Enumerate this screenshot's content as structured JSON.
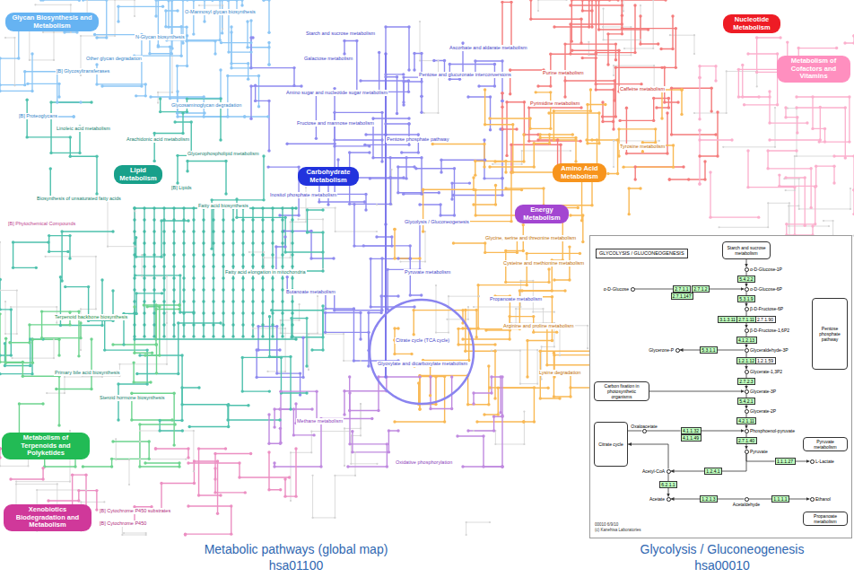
{
  "diagram": {
    "nodes": [
      {
        "text": [
          "Metabolic pathways (global map)",
          "hsa01100"
        ]
      },
      {
        "text": [
          "Glycan Biosynthesis and Metabolism"
        ],
        "in": 0
      },
      {
        "text": [
          "Nucleotide Metabolism"
        ],
        "in": 0
      },
      {
        "text": [
          "Metabolism of Cofactors and Vitamins"
        ],
        "in": 0
      },
      {
        "text": [
          "Lipid Metabolism"
        ],
        "in": 0
      },
      {
        "text": [
          "Carbohydrate Metabolism"
        ],
        "in": 0
      },
      {
        "text": [
          "Amino Acid Metabolism"
        ],
        "in": 0
      },
      {
        "text": [
          "Energy Metabolism"
        ],
        "in": 0
      },
      {
        "text": [
          "Metabolism of Terpenoids and Polyketides"
        ],
        "in": 0
      },
      {
        "text": [
          "Xenobiotics Biodegradation and Metabolism"
        ],
        "in": 0
      },
      {
        "text": [
          "Glycolysis / Gluconeogenesis",
          "hsa00010"
        ]
      },
      {
        "text": [
          "GLYCOLYSIS / GLUCONEOGENESIS"
        ],
        "in": 10
      },
      {
        "text": [
          "Starch and sucrose metabolism"
        ],
        "in": 10
      },
      {
        "text": [
          "α-D-Glucose-1P"
        ],
        "in": 10
      },
      {
        "text": [
          "5.4.2.2"
        ],
        "in": 10
      },
      {
        "text": [
          "α-D-Glucose"
        ],
        "in": 10
      },
      {
        "text": [
          "2.7.1.1"
        ],
        "in": 10
      },
      {
        "text": [
          "2.7.1.2"
        ],
        "in": 10
      },
      {
        "text": [
          "2.7.1.147"
        ],
        "in": 10
      },
      {
        "text": [
          "α-D-Glucose-6P"
        ],
        "in": 10
      },
      {
        "text": [
          "5.3.1.9"
        ],
        "in": 10
      },
      {
        "text": [
          "β-D-Fructose-6P"
        ],
        "in": 10
      },
      {
        "text": [
          "2.7.1.11"
        ],
        "in": 10
      },
      {
        "text": [
          "3.1.3.11"
        ],
        "in": 10
      },
      {
        "text": [
          "2.7.1.90"
        ],
        "in": 10
      },
      {
        "text": [
          "β-D-Fructose-1,6P2"
        ],
        "in": 10
      },
      {
        "text": [
          "4.1.2.13"
        ],
        "in": 10
      },
      {
        "text": [
          "Glyceraldehyde-3P"
        ],
        "in": 10
      },
      {
        "text": [
          "5.3.1.1"
        ],
        "in": 10
      },
      {
        "text": [
          "Glycerone-P"
        ],
        "in": 10
      },
      {
        "text": [
          "1.2.1.12"
        ],
        "in": 10
      },
      {
        "text": [
          "1.2.1.59"
        ],
        "in": 10
      },
      {
        "text": [
          "Glycerate-1,3P2"
        ],
        "in": 10
      },
      {
        "text": [
          "2.7.2.3"
        ],
        "in": 10
      },
      {
        "text": [
          "Carbon fixation in photosynthetic organisms"
        ],
        "in": 10
      },
      {
        "text": [
          "Glycerate-3P"
        ],
        "in": 10
      },
      {
        "text": [
          "5.4.2.1"
        ],
        "in": 10
      },
      {
        "text": [
          "Glycerate-2P"
        ],
        "in": 10
      },
      {
        "text": [
          "4.2.1.11"
        ],
        "in": 10
      },
      {
        "text": [
          "Citrate cycle"
        ],
        "in": 10
      },
      {
        "text": [
          "Oxaloacetate"
        ],
        "in": 10
      },
      {
        "text": [
          "4.1.1.32"
        ],
        "in": 10
      },
      {
        "text": [
          "4.1.1.49"
        ],
        "in": 10
      },
      {
        "text": [
          "Phosphoenol-pyruvate"
        ],
        "in": 10
      },
      {
        "text": [
          "2.7.1.40"
        ],
        "in": 10
      },
      {
        "text": [
          "Pyruvate"
        ],
        "in": 10
      },
      {
        "text": [
          "1.1.1.27"
        ],
        "in": 10
      },
      {
        "text": [
          "L-Lactate"
        ],
        "in": 10
      },
      {
        "text": [
          "1.2.4.1"
        ],
        "in": 10
      },
      {
        "text": [
          "Acetyl-CoA"
        ],
        "in": 10
      },
      {
        "text": [
          "6.2.1.1"
        ],
        "in": 10
      },
      {
        "text": [
          "Acetate"
        ],
        "in": 10
      },
      {
        "text": [
          "1.2.1.3"
        ],
        "in": 10
      },
      {
        "text": [
          "Acetaldehyde"
        ],
        "in": 10
      },
      {
        "text": [
          "1.1.1.1"
        ],
        "in": 10
      },
      {
        "text": [
          "Ethanol"
        ],
        "in": 10
      },
      {
        "text": [
          "Pentose phosphate pathway"
        ],
        "in": 10
      },
      {
        "text": [
          "Pyruvate metabolism"
        ],
        "in": 10
      },
      {
        "text": [
          "Propanoate metabolism"
        ],
        "in": 10
      }
    ],
    "edges": [
      {
        "from": 12,
        "to": 13,
        "arrow": "to"
      },
      {
        "from": 13,
        "to": 14,
        "arrow": "none"
      },
      {
        "from": 14,
        "to": 19,
        "arrow": "to"
      },
      {
        "from": 15,
        "to": 16,
        "arrow": "none"
      },
      {
        "from": 17,
        "to": 19,
        "arrow": "to"
      },
      {
        "from": 19,
        "to": 20,
        "arrow": "none"
      },
      {
        "from": 20,
        "to": 21,
        "arrow": "to"
      },
      {
        "from": 21,
        "to": 22,
        "arrow": "none"
      },
      {
        "from": 22,
        "to": 25,
        "arrow": "to"
      },
      {
        "from": 25,
        "to": 26,
        "arrow": "none"
      },
      {
        "from": 26,
        "to": 27,
        "arrow": "to"
      },
      {
        "from": 27,
        "to": 28,
        "arrow": "none"
      },
      {
        "from": 28,
        "to": 29,
        "arrow": "to"
      },
      {
        "from": 27,
        "to": 30,
        "arrow": "none"
      },
      {
        "from": 30,
        "to": 32,
        "arrow": "to"
      },
      {
        "from": 32,
        "to": 33,
        "arrow": "none"
      },
      {
        "from": 33,
        "to": 35,
        "arrow": "to"
      },
      {
        "from": 34,
        "to": 35,
        "arrow": "to"
      },
      {
        "from": 35,
        "to": 36,
        "arrow": "none"
      },
      {
        "from": 36,
        "to": 37,
        "arrow": "to"
      },
      {
        "from": 37,
        "to": 38,
        "arrow": "none"
      },
      {
        "from": 38,
        "to": 43,
        "arrow": "to"
      },
      {
        "from": 39,
        "to": 40,
        "arrow": "none"
      },
      {
        "from": 40,
        "to": 41,
        "arrow": "none"
      },
      {
        "from": 41,
        "to": 43,
        "arrow": "to"
      },
      {
        "from": 43,
        "to": 44,
        "arrow": "none"
      },
      {
        "from": 44,
        "to": 45,
        "arrow": "to"
      },
      {
        "from": 45,
        "to": 46,
        "arrow": "none"
      },
      {
        "from": 46,
        "to": 47,
        "arrow": "to"
      },
      {
        "from": 45,
        "to": 48,
        "arrow": "none"
      },
      {
        "from": 48,
        "to": 49,
        "arrow": "to"
      },
      {
        "from": 49,
        "to": 39,
        "arrow": "to"
      },
      {
        "from": 49,
        "to": 50,
        "arrow": "none"
      },
      {
        "from": 50,
        "to": 51,
        "arrow": "to"
      },
      {
        "from": 53,
        "to": 52,
        "arrow": "none"
      },
      {
        "from": 52,
        "to": 51,
        "arrow": "to"
      },
      {
        "from": 53,
        "to": 54,
        "arrow": "none"
      },
      {
        "from": 54,
        "to": 55,
        "arrow": "to"
      }
    ],
    "labels": [
      "N-Glycan biosynthesis",
      "O-Mannosyl glycan biosynthesis",
      "Other glycan degradation",
      "[B] Glycosyltransferases",
      "[B] Proteoglycans",
      "Glycosaminoglycan degradation",
      "Starch and sucrose metabolism",
      "Galactose metabolism",
      "Amino sugar and nucleotide sugar metabolism",
      "Fructose and mannose metabolism",
      "Pentose phosphate pathway",
      "Ascorbate and aldarate metabolism",
      "Pentose and glucuronate interconversions",
      "Inositol phosphate metabolism",
      "Glycolysis / Gluconeogenesis",
      "Pyruvate metabolism",
      "Butanoate metabolism",
      "Citrate cycle (TCA cycle)",
      "Glyoxylate and dicarboxylate metabolism",
      "Propanoate metabolism",
      "Purine metabolism",
      "Pyrimidine metabolism",
      "Caffeine metabolism",
      "Tyrosine metabolism",
      "Glycine, serine and threonine metabolism",
      "Cysteine and methionine metabolism",
      "Arginine and proline metabolism",
      "Lysine degradation",
      "Methane metabolism",
      "Oxidative phosphorylation",
      "Linoleic acid metabolism",
      "Arachidonic acid metabolism",
      "Glycerophospholipid metabolism",
      "[B] Lipids",
      "Fatty acid biosynthesis",
      "Fatty acid elongation in mitochondria",
      "Biosynthesis of unsaturated fatty acids",
      "[B] Phytochemical Compounds",
      "Terpenoid backbone biosynthesis",
      "Primary bile acid biosynthesis",
      "Steroid hormone biosynthesis",
      "[B] Cytochrome P450 substrates",
      "[B] Cytochrome P450",
      "00010 6/9/10",
      "(c) Kanehisa Laboratories"
    ]
  }
}
